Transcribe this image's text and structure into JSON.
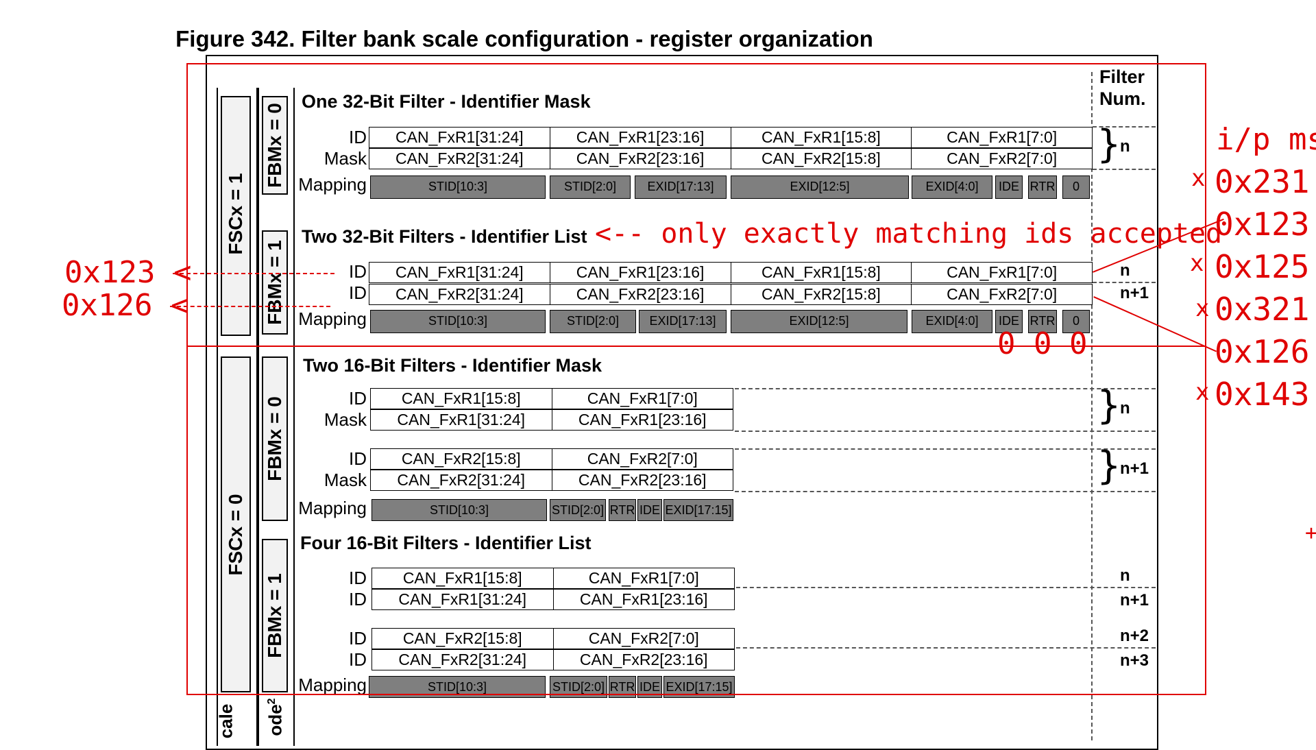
{
  "title": "Figure 342. Filter bank scale configuration - register organization",
  "filter_num_header": "Filter\nNum.",
  "side": {
    "fscx1": "FSCx = 1",
    "fscx0": "FSCx = 0",
    "fbmx0": "FBMx = 0",
    "fbmx1": "FBMx = 1",
    "scale_cut": "cale",
    "mode_cut": "ode",
    "mode_sup": "2"
  },
  "sections": {
    "s1": "One 32-Bit Filter - Identifier Mask",
    "s2": "Two 32-Bit Filters - Identifier List",
    "s3": "Two 16-Bit Filters - Identifier Mask",
    "s4": "Four 16-Bit Filters - Identifier List"
  },
  "labels": {
    "id": "ID",
    "mask": "Mask",
    "mapping": "Mapping"
  },
  "reg32_r1": [
    "CAN_FxR1[31:24]",
    "CAN_FxR1[23:16]",
    "CAN_FxR1[15:8]",
    "CAN_FxR1[7:0]"
  ],
  "reg32_r2": [
    "CAN_FxR2[31:24]",
    "CAN_FxR2[23:16]",
    "CAN_FxR2[15:8]",
    "CAN_FxR2[7:0]"
  ],
  "reg16_r1_lo": [
    "CAN_FxR1[15:8]",
    "CAN_FxR1[7:0]"
  ],
  "reg16_r1_hi": [
    "CAN_FxR1[31:24]",
    "CAN_FxR1[23:16]"
  ],
  "reg16_r2_lo": [
    "CAN_FxR2[15:8]",
    "CAN_FxR2[7:0]"
  ],
  "reg16_r2_hi": [
    "CAN_FxR2[31:24]",
    "CAN_FxR2[23:16]"
  ],
  "map32": [
    "STID[10:3]",
    "STID[2:0]",
    "EXID[17:13]",
    "EXID[12:5]",
    "EXID[4:0]",
    "IDE",
    "RTR",
    "0"
  ],
  "map16": [
    "STID[10:3]",
    "STID[2:0]",
    "RTR",
    "IDE",
    "EXID[17:15]"
  ],
  "nums": {
    "n": "n",
    "n1": "n+1",
    "n2": "n+2",
    "n3": "n+3"
  },
  "annotations": {
    "note": "<-- only exactly matching ids accepted",
    "left1": "0x123 <",
    "left2": "0x126 <",
    "zeros": [
      "0",
      "0",
      "0"
    ],
    "msgs_title": "i/p msg",
    "msgs": [
      "0x231",
      "0x123",
      "0x125",
      "0x321",
      "0x126",
      "0x143"
    ],
    "rejected_marks": [
      "x",
      "x",
      "x",
      "x"
    ],
    "stray": "+",
    "color": "#e00000"
  }
}
